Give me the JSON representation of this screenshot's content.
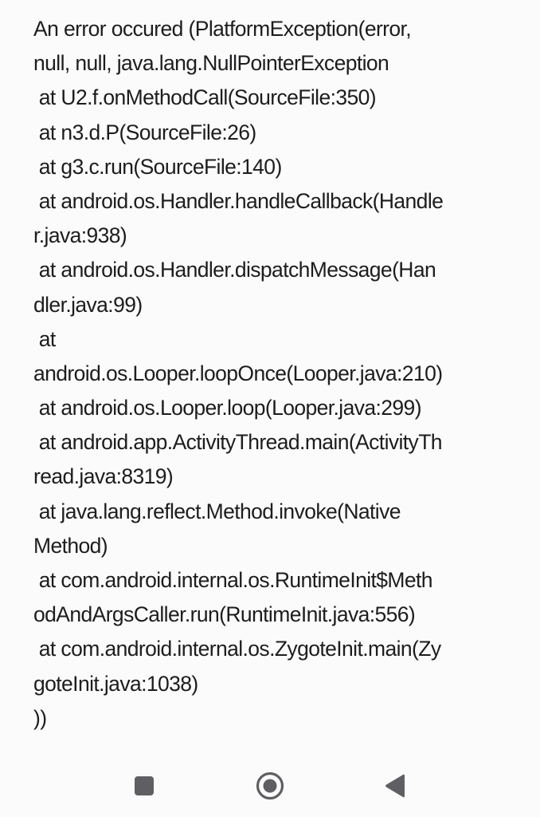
{
  "error": {
    "lines": [
      "An error occured (PlatformException(error,",
      "null, null, java.lang.NullPointerException",
      " at U2.f.onMethodCall(SourceFile:350)",
      " at n3.d.P(SourceFile:26)",
      " at g3.c.run(SourceFile:140)",
      " at android.os.Handler.handleCallback(Handle",
      "r.java:938)",
      " at android.os.Handler.dispatchMessage(Han",
      "dler.java:99)",
      " at",
      "android.os.Looper.loopOnce(Looper.java:210)",
      " at android.os.Looper.loop(Looper.java:299)",
      " at android.app.ActivityThread.main(ActivityTh",
      "read.java:8319)",
      " at java.lang.reflect.Method.invoke(Native",
      "Method)",
      " at com.android.internal.os.RuntimeInit$Meth",
      "odAndArgsCaller.run(RuntimeInit.java:556)",
      " at com.android.internal.os.ZygoteInit.main(Zy",
      "goteInit.java:1038)",
      "))"
    ]
  },
  "nav": {
    "icons": [
      "recents-square-icon",
      "home-circle-icon",
      "back-triangle-icon"
    ],
    "icon_color": "#5f5f63"
  }
}
